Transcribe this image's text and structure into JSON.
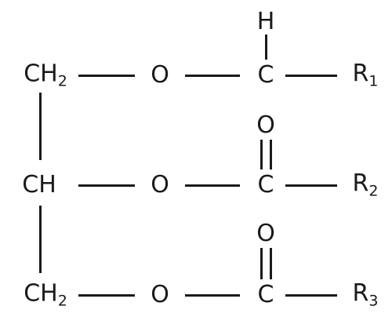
{
  "structure": {
    "row1": {
      "backbone_main": "CH",
      "backbone_sub": "2",
      "oxygen": "O",
      "carbon": "C",
      "hydrogen": "H",
      "r_main": "R",
      "r_sub": "1"
    },
    "row2": {
      "backbone_main": "CH",
      "oxygen": "O",
      "carbon": "C",
      "carbonyl_oxygen": "O",
      "r_main": "R",
      "r_sub": "2"
    },
    "row3": {
      "backbone_main": "CH",
      "backbone_sub": "2",
      "oxygen": "O",
      "carbon": "C",
      "carbonyl_oxygen": "O",
      "r_main": "R",
      "r_sub": "3"
    }
  }
}
